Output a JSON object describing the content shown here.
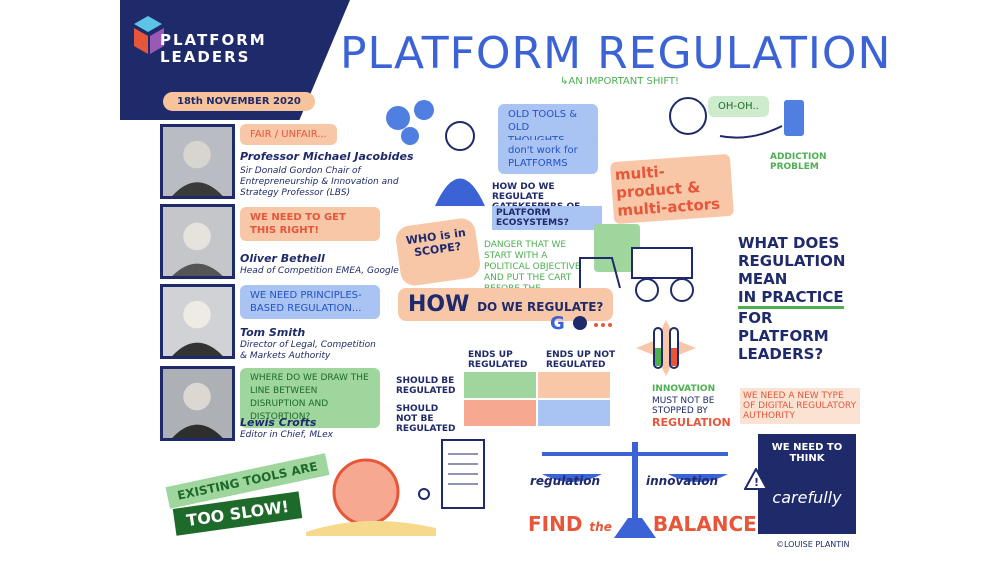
{
  "header": {
    "logo_line1": "PLATFORM",
    "logo_line2": "LEADERS",
    "title": "PLATFORM REGULATION",
    "subtitle": "↳AN IMPORTANT SHIFT!",
    "date": "18th NOVEMBER 2020"
  },
  "speakers": [
    {
      "quote": "FAIR / UNFAIR...",
      "name": "Professor Michael Jacobides",
      "role": "Sir Donald Gordon Chair of Entrepreneurship & Innovation and Strategy Professor (LBS)"
    },
    {
      "quote": "WE NEED TO GET THIS RIGHT!",
      "name": "Oliver Bethell",
      "role": "Head of Competition EMEA, Google"
    },
    {
      "quote": "WE NEED PRINCIPLES-BASED REGULATION...",
      "name": "Tom Smith",
      "role": "Director of Legal, Competition & Markets Authority"
    },
    {
      "quote": "WHERE DO WE DRAW THE LINE BETWEEN DISRUPTION AND DISTORTION?",
      "name": "Lewis Crofts",
      "role": "Editor in Chief, MLex"
    }
  ],
  "center": {
    "old_tools": "OLD TOOLS & OLD THOUGHTS",
    "dont_work": "don't work for PLATFORMS",
    "how_regulate_gatekeepers": "HOW DO WE REGULATE GATEKEEPERS OF",
    "platform_ecosystems": "PLATFORM ECOSYSTEMS?",
    "who_scope": "WHO is in SCOPE?",
    "danger": "DANGER THAT WE START WITH A POLITICAL OBJECTIVE AND PUT THE CART BEFORE THE HORSES...",
    "how_do_we_regulate_big": "HOW",
    "how_do_we_regulate_rest": "DO WE REGULATE?",
    "ends_up_regulated": "ENDS UP REGULATED",
    "ends_up_not_regulated": "ENDS UP NOT REGULATED",
    "should_be_regulated": "SHOULD BE REGULATED",
    "should_not_be_regulated": "SHOULD NOT BE REGULATED",
    "uh_oh": "OH-OH..",
    "addiction": "ADDICTION PROBLEM",
    "multi": "multi-product & multi-actors",
    "innovation": "INNOVATION",
    "must_not": "MUST NOT BE STOPPED BY",
    "regulation_word": "REGULATION"
  },
  "right": {
    "question_l1": "WHAT DOES",
    "question_l2": "REGULATION",
    "question_l3": "MEAN",
    "question_l4": "IN PRACTICE",
    "question_l5": "FOR",
    "question_l6": "PLATFORM",
    "question_l7": "LEADERS?",
    "new_authority": "WE NEED A NEW TYPE OF DIGITAL REGULATORY AUTHORITY",
    "think": "WE NEED TO THINK",
    "carefully": "carefully",
    "credit": "©LOUISE PLANTIN"
  },
  "bottom": {
    "existing": "EXISTING TOOLS ARE",
    "too_slow": "TOO SLOW!",
    "regulation": "regulation",
    "innovation": "innovation",
    "find": "FIND",
    "the": "the",
    "balance": "BALANCE"
  },
  "colors": {
    "navy": "#1f2a6b",
    "blue": "#3b63d6",
    "orange": "#e8563a",
    "green": "#4caf50"
  }
}
